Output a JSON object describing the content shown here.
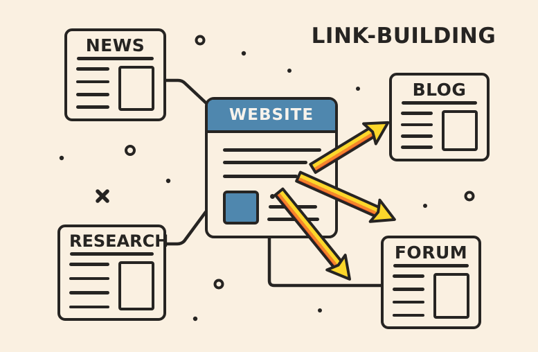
{
  "title": "LINK-BUILDING",
  "cards": {
    "website": {
      "label": "WEBSITE",
      "style": "blue-header-newspaper"
    },
    "news": {
      "label": "NEWS",
      "style": "newspaper"
    },
    "research": {
      "label": "RESEARCH",
      "style": "newspaper"
    },
    "blog": {
      "label": "BLOG",
      "style": "newspaper"
    },
    "forum": {
      "label": "FORUM",
      "style": "newspaper"
    }
  },
  "links": [
    {
      "from": "news",
      "to": "website",
      "type": "plain-line"
    },
    {
      "from": "research",
      "to": "website",
      "type": "plain-line"
    },
    {
      "from": "website",
      "to": "forum",
      "type": "elbow-line"
    },
    {
      "from": "website",
      "to": "blog",
      "type": "outgoing-arrow"
    },
    {
      "from": "website",
      "to": "outward-right",
      "type": "outgoing-arrow"
    },
    {
      "from": "website",
      "to": "forum-area",
      "type": "outgoing-arrow"
    }
  ],
  "decorations": {
    "rings": 4,
    "dots": 8,
    "crosses": 1
  },
  "colors": {
    "bg": "#faf0e1",
    "ink": "#262422",
    "blue": "#4f87ae",
    "white": "#f7f3ec",
    "yellow": "#fcd72b",
    "orange": "#f5862b",
    "red": "#e2472f"
  }
}
